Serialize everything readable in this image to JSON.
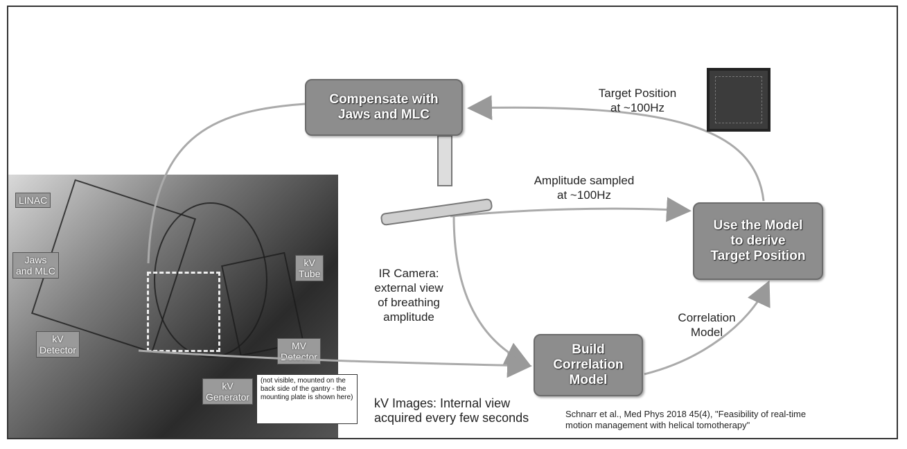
{
  "boxes": {
    "compensate": [
      "Compensate with",
      "Jaws and MLC"
    ],
    "use_model": [
      "Use the Model",
      "to derive",
      "Target Position"
    ],
    "build_model": [
      "Build",
      "Correlation",
      "Model"
    ]
  },
  "labels": {
    "target_position": [
      "Target Position",
      "at ~100Hz"
    ],
    "amplitude": [
      "Amplitude sampled",
      "at ~100Hz"
    ],
    "ir_camera": [
      "IR Camera:",
      "external view",
      "of breathing",
      "amplitude"
    ],
    "correlation": [
      "Correlation",
      "Model"
    ],
    "kv_images": [
      "kV Images: Internal view",
      "acquired every few seconds"
    ]
  },
  "photo_tags": {
    "linac": "LINAC",
    "jaws": [
      "Jaws",
      "and MLC"
    ],
    "kv_tube": [
      "kV",
      "Tube"
    ],
    "kv_detector": [
      "kV",
      "Detector"
    ],
    "mv_detector": [
      "MV",
      "Detector"
    ],
    "kv_generator": [
      "kV",
      "Generator"
    ]
  },
  "note": "(not visible, mounted on the back side of the gantry - the mounting plate is shown here)",
  "citation": [
    "Schnarr et al., Med Phys 2018 45(4), \"Feasibility of real-time",
    "motion management with helical tomotherapy\""
  ]
}
